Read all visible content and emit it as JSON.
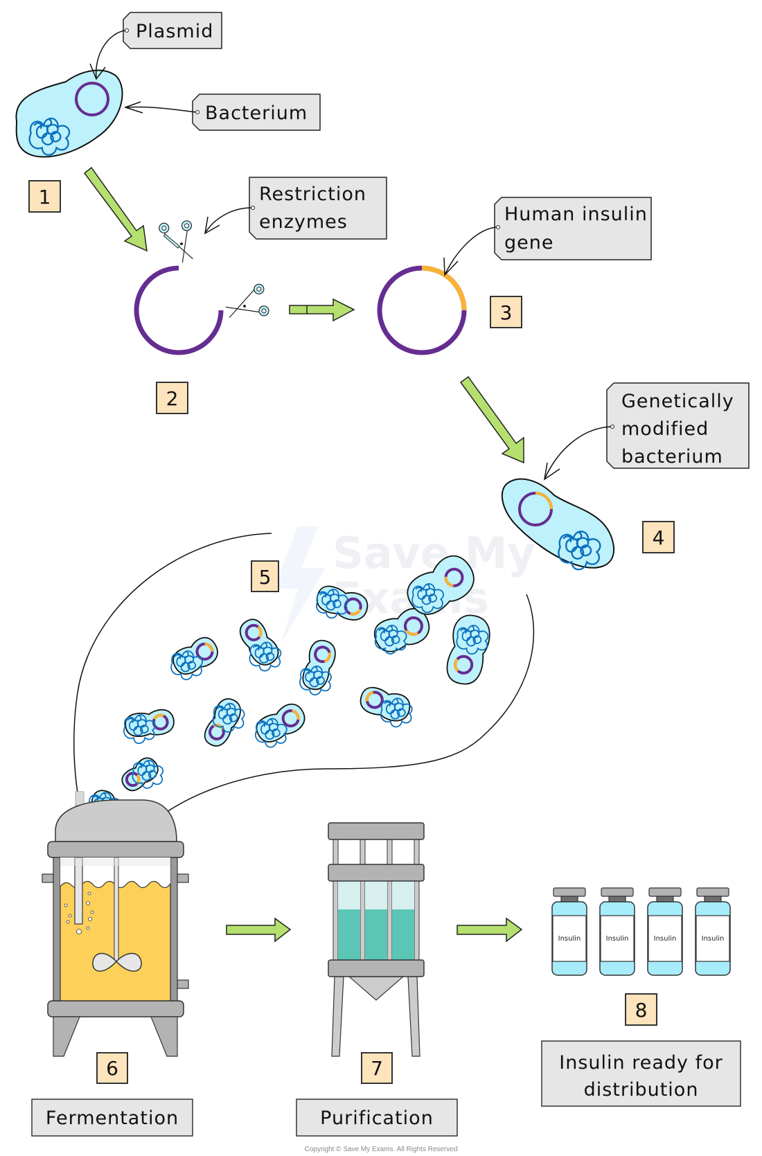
{
  "title": "Production of human insulin using genetically modified bacteria",
  "labels": {
    "plasmid": "Plasmid",
    "bacterium": "Bacterium",
    "restriction_line1": "Restriction",
    "restriction_line2": "enzymes",
    "human_insulin_line1": "Human insulin",
    "human_insulin_line2": "gene",
    "gm_line1": "Genetically",
    "gm_line2": "modified",
    "gm_line3": "bacterium",
    "fermentation": "Fermentation",
    "purification": "Purification",
    "distribution_line1": "Insulin ready for",
    "distribution_line2": "distribution"
  },
  "steps": [
    "1",
    "2",
    "3",
    "4",
    "5",
    "6",
    "7",
    "8"
  ],
  "vials": [
    "Insulin",
    "Insulin",
    "Insulin",
    "Insulin"
  ],
  "watermark": {
    "line1": "Save My",
    "line2": "Exams"
  },
  "copyright": "Copyright © Save My Exams. All Rights Reserved",
  "colors": {
    "cell_fill": "#bdf1fb",
    "plasmid": "#652d90",
    "insulin_gene": "#f9b233",
    "dna": "#0b70be",
    "arrow": "#b5e06f",
    "badge": "#fde4bd",
    "tag": "#e6e6e6",
    "broth": "#fdd05a",
    "column_liquid": "#5cc6b6",
    "metal": "#b3b3b3"
  }
}
